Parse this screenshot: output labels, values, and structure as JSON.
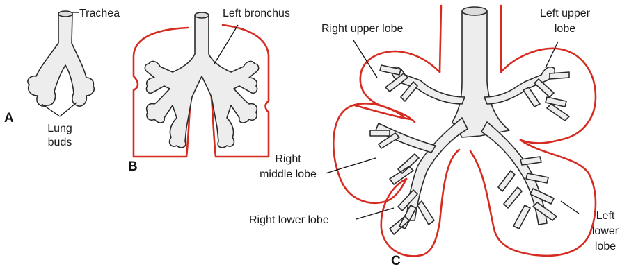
{
  "panels": {
    "a": "A",
    "b": "B",
    "c": "C"
  },
  "labels": {
    "trachea": "Trachea",
    "lung_buds_1": "Lung",
    "lung_buds_2": "buds",
    "left_bronchus": "Left bronchus",
    "right_upper_lobe": "Right upper lobe",
    "left_upper_lobe_1": "Left upper",
    "left_upper_lobe_2": "lobe",
    "right_middle_lobe_1": "Right",
    "right_middle_lobe_2": "middle lobe",
    "right_lower_lobe": "Right lower lobe",
    "left_lower_lobe_1": "Left",
    "left_lower_lobe_2": "lower",
    "left_lower_lobe_3": "lobe"
  },
  "colors": {
    "lobe_outline": "#d62b20",
    "airway_fill": "#ededed",
    "airway_stroke": "#2a2a2a"
  }
}
